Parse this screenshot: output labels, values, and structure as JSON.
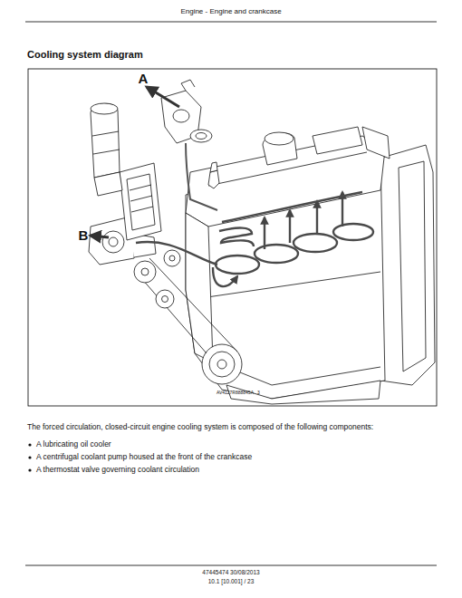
{
  "diagram": {
    "title": "Cooling system diagram",
    "labels": [
      "Engine - Engine and crankcase",
      "A",
      "B",
      "AV4127R888845A",
      "3",
      "The forced circulation, closed-circuit engine cooling system is composed of the following components:",
      "A lubricating oil cooler",
      "A centrifugal coolant pump housed at the front of the crankcase",
      "A thermostat valve governing coolant circulation",
      "47445474 30/08/2013",
      "10.1 [10.001] / 23"
    ]
  }
}
